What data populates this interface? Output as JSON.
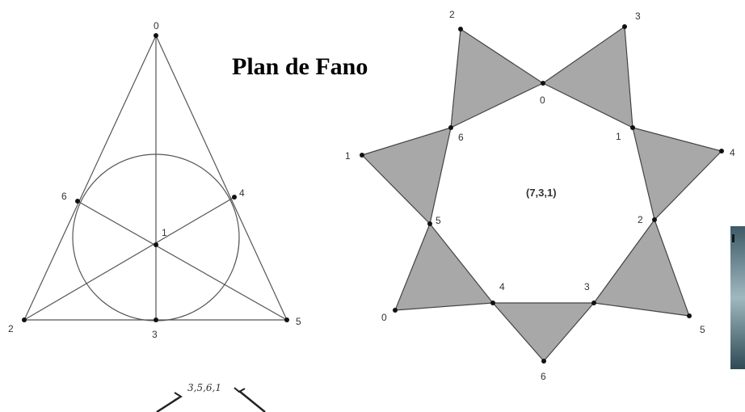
{
  "title": "Plan de Fano",
  "triangle_diagram": {
    "labels": {
      "top": "0",
      "center": "1",
      "bottom_left": "2",
      "bottom_mid": "3",
      "right_mid": "4",
      "bottom_right": "5",
      "left_mid": "6"
    }
  },
  "star_diagram": {
    "center_label": "(7,3,1)",
    "inner_labels": [
      "0",
      "1",
      "2",
      "3",
      "4",
      "5",
      "6"
    ],
    "outer_labels": [
      "2",
      "3",
      "4",
      "5",
      "6",
      "0",
      "1"
    ]
  },
  "partial_note": "3,5,6,1",
  "colors": {
    "line": "#555555",
    "fill": "#a8a8a8",
    "point": "#111111"
  }
}
